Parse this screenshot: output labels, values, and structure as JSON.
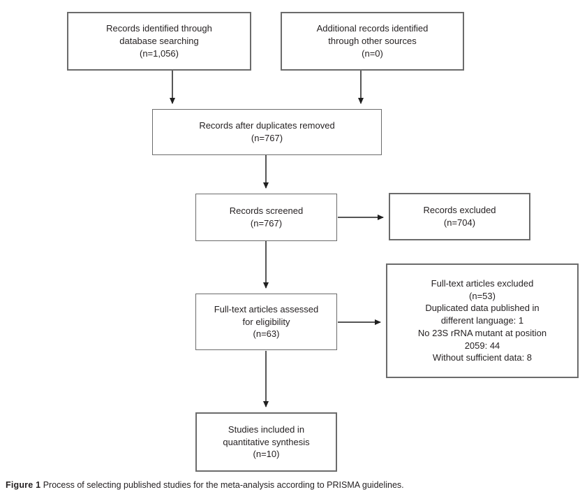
{
  "colors": {
    "background": "#ffffff",
    "box_border": "#6b6b6b",
    "arrow": "#1f1f1f",
    "text": "#231f20"
  },
  "boxes": {
    "identified": {
      "text": "Records identified through\ndatabase searching\n(n=1,056)"
    },
    "additional": {
      "text": "Additional records identified\nthrough other sources\n(n=0)"
    },
    "deduplicated": {
      "text": "Records after duplicates removed\n(n=767)"
    },
    "screened": {
      "text": "Records screened\n(n=767)"
    },
    "records_excluded": {
      "text": "Records excluded\n(n=704)"
    },
    "fulltext_assessed": {
      "text": "Full-text articles assessed\nfor eligibility\n(n=63)"
    },
    "fulltext_excluded": {
      "text": "Full-text articles excluded\n(n=53)\nDuplicated data published in\ndifferent language: 1\nNo 23S rRNA mutant at position\n2059: 44\nWithout sufficient data: 8"
    },
    "included": {
      "text": "Studies included in\nquantitative synthesis\n(n=10)"
    }
  },
  "caption": {
    "label": "Figure 1",
    "text": "Process of selecting published studies for the meta-analysis according to PRISMA guidelines."
  }
}
